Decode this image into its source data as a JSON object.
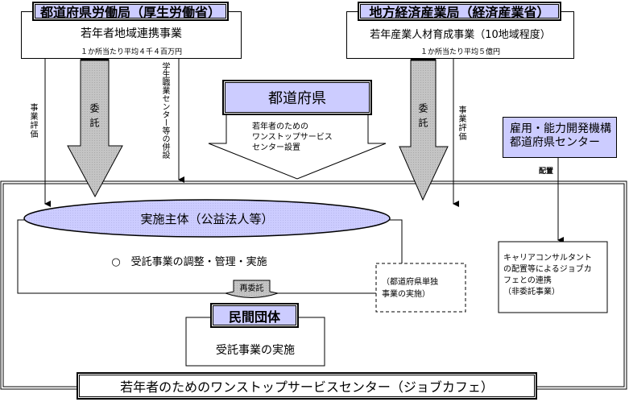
{
  "colors": {
    "lavender": "#ccccff",
    "arrow_gray": "#c0c0c0",
    "line": "#000000",
    "background": "#ffffff"
  },
  "top_left": {
    "agency": "都道府県労働局（厚生労働省）",
    "program": "若年者地域連携事業",
    "budget_note": "１か所当たり平均４千４百万円"
  },
  "top_right": {
    "agency": "地方経済産業局（経済産業省）",
    "program": "若年産業人材育成事業（10地域程度）",
    "budget_note": "１か所当たり平均５億円"
  },
  "prefecture": {
    "title": "都道府県",
    "arrow_text": [
      "若年者のための",
      "ワンストップサービス",
      "センター設置"
    ]
  },
  "left_arrows": {
    "evaluation_label": "事業評価",
    "commission_label": "委託",
    "co_location_label": "学生職業センター等の併設"
  },
  "right_arrows": {
    "commission_label": "委託",
    "evaluation_label": "事業評価"
  },
  "employment_org": {
    "title_line1": "雇用・能力開発機構",
    "title_line2": "都道府県センター",
    "placement_label": "配置"
  },
  "implementer": {
    "title": "実施主体（公益法人等）",
    "description": "○　受託事業の調整・管理・実施"
  },
  "prefecture_own": {
    "line1": "（都道府県単独",
    "line2": "事業の実施）"
  },
  "recommission_label": "再委託",
  "private_org": {
    "title": "民間団体",
    "description": "受託事業の実施"
  },
  "career_consultant": {
    "lines": [
      "キャリアコンサルタント",
      "の配置等によるジョブカ",
      "フェとの連携",
      "（非委託事業）"
    ]
  },
  "center_title": "若年者のためのワンストップサービスセンター（ジョブカフェ）"
}
